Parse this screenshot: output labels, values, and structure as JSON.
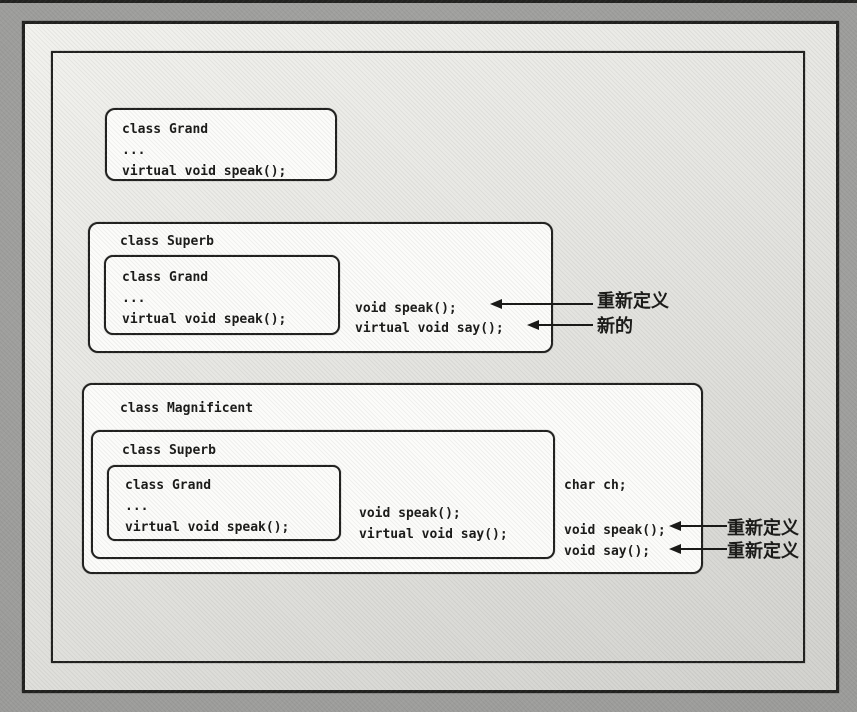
{
  "colors": {
    "ink": "#1a1a18",
    "frame_border": "#21211f",
    "box_fill": "#fcfcfa",
    "page_bg": "#a6a6a4"
  },
  "diagram": {
    "grand": {
      "title": "class Grand",
      "ellipsis": "...",
      "virtual_speak": "virtual void speak();"
    },
    "superb": {
      "title": "class Superb",
      "speak": "void speak();",
      "virtual_say": "virtual void say();"
    },
    "magnificent": {
      "title": "class Magnificent",
      "char_ch": "char ch;",
      "speak": "void speak();",
      "say": "void say();"
    },
    "annotations": {
      "superb_speak": "重新定义",
      "superb_say": "新的",
      "magnificent_speak": "重新定义",
      "magnificent_say": "重新定义"
    }
  }
}
